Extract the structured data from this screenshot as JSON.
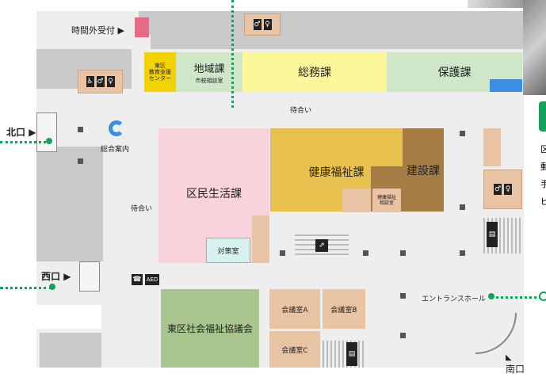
{
  "labels": {
    "after_hours": "時間外受付",
    "north": "北口",
    "west": "西口",
    "south": "南口",
    "info": "総合案内",
    "waiting_top": "待合い",
    "waiting_left": "待合い",
    "entrance_hall": "エントランスホール",
    "aed": "AED"
  },
  "rooms": {
    "somu": "総務課",
    "hogo": "保護課",
    "chiiki": "地域課",
    "chiiki_sub": "市税相談室",
    "kyoiku": "東区\n教育支援\nセンター",
    "kuminseikatsu": "区民生活課",
    "taisaku": "対策室",
    "kenko": "健康福祉課",
    "kensetsu": "建設課",
    "kenko_sub": "健康福祉\n相談室",
    "shakyo": "東区社会福祉協議会",
    "kaigi_a": "会議室A",
    "kaigi_b": "会議室B",
    "kaigi_c": "会議室C"
  },
  "side_text": [
    "区",
    "郵",
    "手",
    "ビ"
  ],
  "colors": {
    "pink": "#f9d3dc",
    "mustard": "#e8c04e",
    "brown": "#a57c44",
    "yellow": "#fbf79a",
    "green_light": "#cfe6c8",
    "green_dark": "#a8c58e",
    "yellow_dark": "#f2d200",
    "tan": "#e8c3a4",
    "floor": "#eeeeee",
    "wall": "#c9c9c9",
    "route": "#12a35a",
    "blue": "#3c8ee5"
  }
}
